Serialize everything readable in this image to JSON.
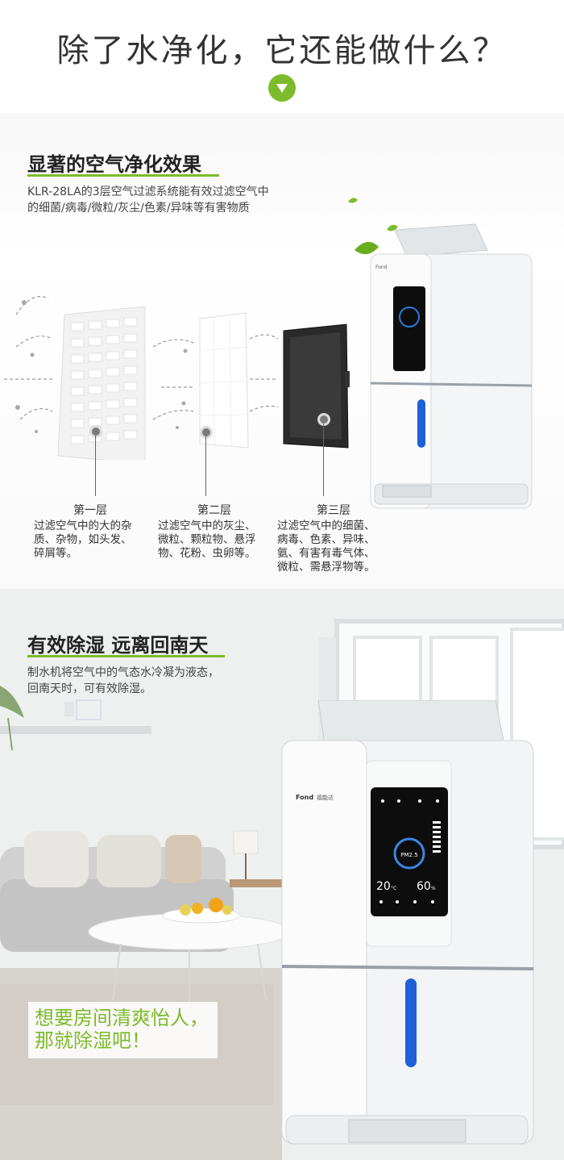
{
  "page": {
    "title": "除了水净化，它还能做什么？"
  },
  "colors": {
    "accent": "#7cbb2c",
    "text": "#333333",
    "device_screen": "#0d0d0d",
    "water_blue": "#1e60d8"
  },
  "icons": {
    "down_button": "chevron-down-icon",
    "leaf": "leaf-icon"
  },
  "air": {
    "heading": "显著的空气净化效果",
    "desc_line1": "KLR-28LA的3层空气过滤系统能有效过滤空气中",
    "desc_line2": "的细菌/病毒/微粒/灰尘/色素/异味等有害物质",
    "layers": [
      {
        "title": "第一层",
        "lines": [
          "过滤空气中的大的杂",
          "质、杂物，如头发、",
          "碎屑等。"
        ]
      },
      {
        "title": "第二层",
        "lines": [
          "过滤空气中的灰尘、",
          "微粒、颗粒物、悬浮",
          "物、花粉、虫卵等。"
        ]
      },
      {
        "title": "第三层",
        "lines": [
          "过滤空气中的细菌、",
          "病毒、色素、异味、",
          "氨、有害有毒气体、",
          "微粒、需悬浮物等。"
        ]
      }
    ],
    "device_brand": "Fond"
  },
  "dehumid": {
    "heading": "有效除湿 远离回南天",
    "desc_line1": "制水机将空气中的气态水冷凝为液态，",
    "desc_line2": "回南天时，可有效除湿。",
    "cta_line1": "想要房间清爽怡人，",
    "cta_line2": "那就除湿吧！",
    "device": {
      "brand": "Fond",
      "brand_cn": "福能达",
      "pm_label": "PM2.5",
      "left_value": "20",
      "left_unit": "°C",
      "right_value": "60",
      "right_unit": "%"
    }
  }
}
